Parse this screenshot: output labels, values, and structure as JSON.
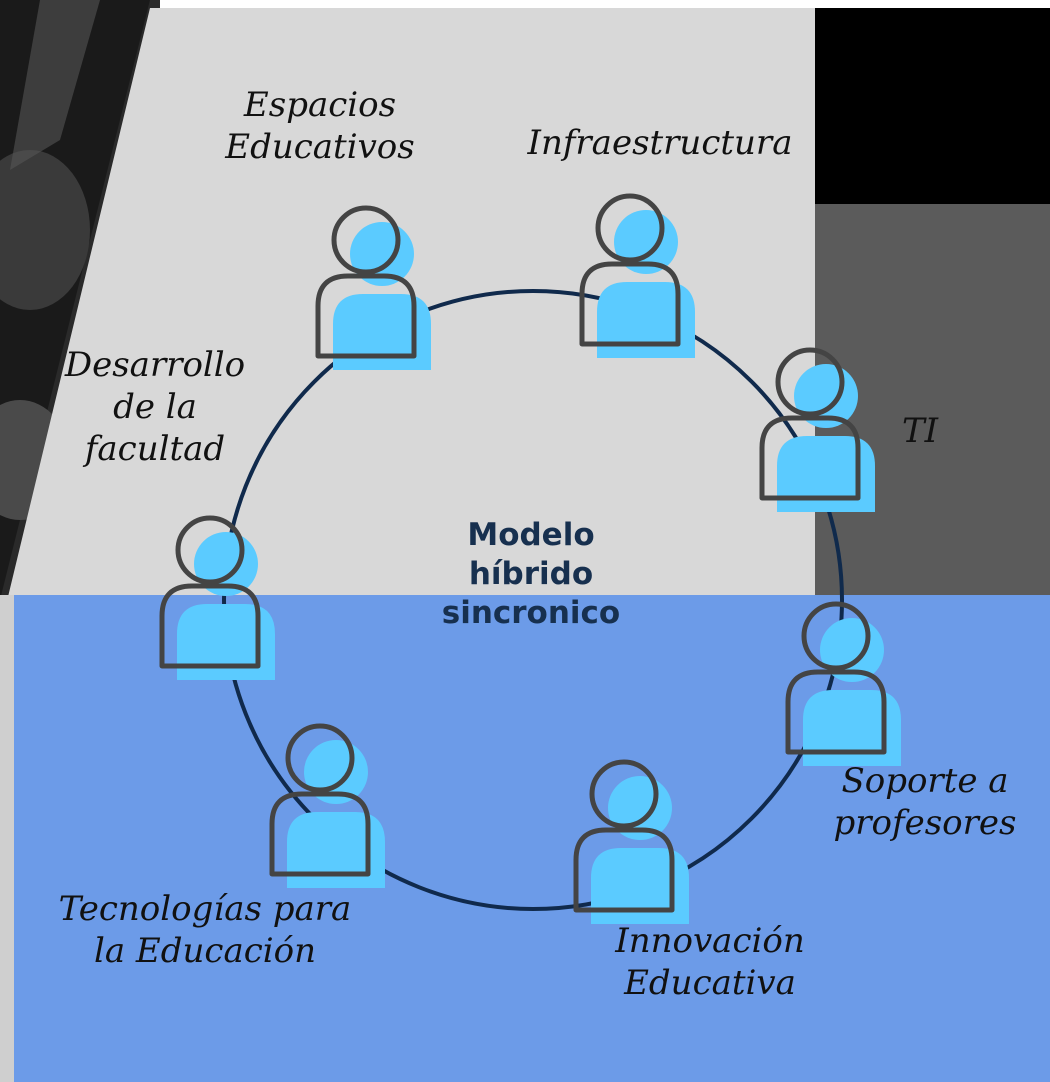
{
  "colors": {
    "page_bg": "#ffffff",
    "gray_panel": "#d8d8d8",
    "black_block": "#000000",
    "dark_gray_block": "#5b5b5b",
    "blue_band": "#6c9be8",
    "circle_stroke": "#102a4c",
    "person_fill": "#5bcbff",
    "person_outline": "#444444",
    "center_text": "#17304f"
  },
  "diagram": {
    "center_label": "Modelo\nhíbrido\nsincronico",
    "nodes": [
      {
        "id": "espacios",
        "label": "Espacios\nEducativos",
        "icon": "person-icon"
      },
      {
        "id": "infraestructura",
        "label": "Infraestructura",
        "icon": "person-icon"
      },
      {
        "id": "ti",
        "label": "TI",
        "icon": "person-icon"
      },
      {
        "id": "soporte",
        "label": "Soporte a\nprofesores",
        "icon": "person-icon"
      },
      {
        "id": "innovacion",
        "label": "Innovación\nEducativa",
        "icon": "person-icon"
      },
      {
        "id": "tecnologias",
        "label": "Tecnologías para\nla Educación",
        "icon": "person-icon"
      },
      {
        "id": "desarrollo",
        "label": "Desarrollo\nde la\nfacultad",
        "icon": "person-icon"
      }
    ]
  }
}
